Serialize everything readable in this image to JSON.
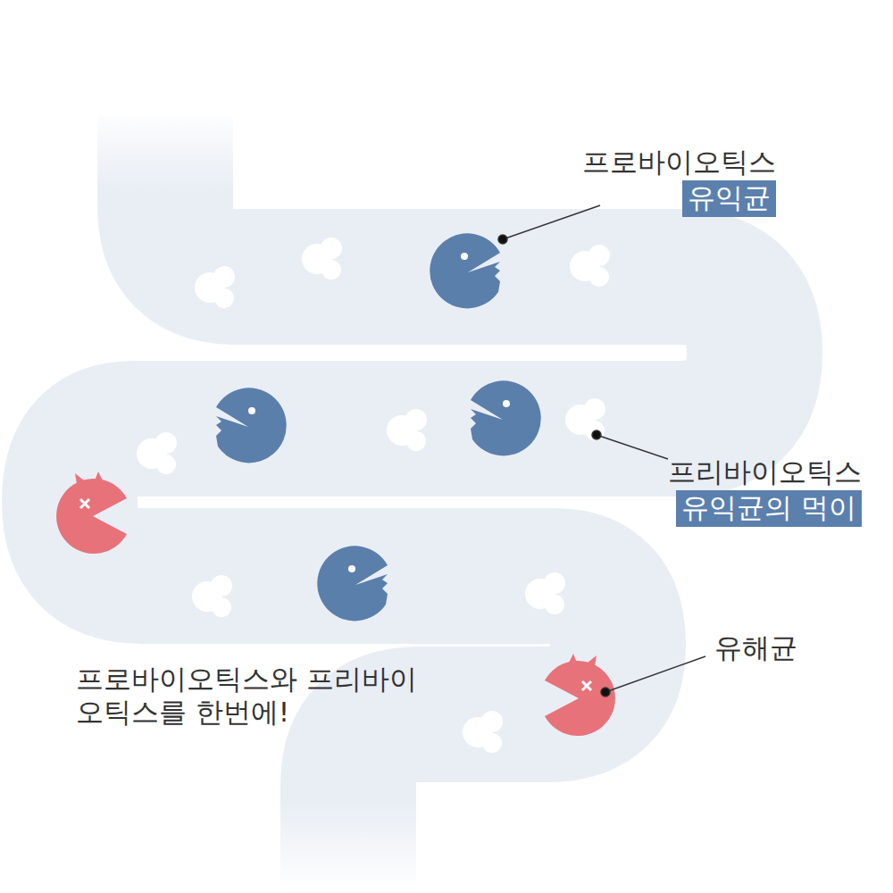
{
  "diagram": {
    "nodes": [
      {
        "text": [
          "프로바이오틱스",
          "유익균"
        ]
      },
      {
        "text": [
          "프리바이오틱스",
          "유익균의 먹이"
        ]
      }
    ],
    "labels": [
      "유해균",
      "프로바이오틱스와 프리바이오틱스를 한번에!"
    ]
  }
}
